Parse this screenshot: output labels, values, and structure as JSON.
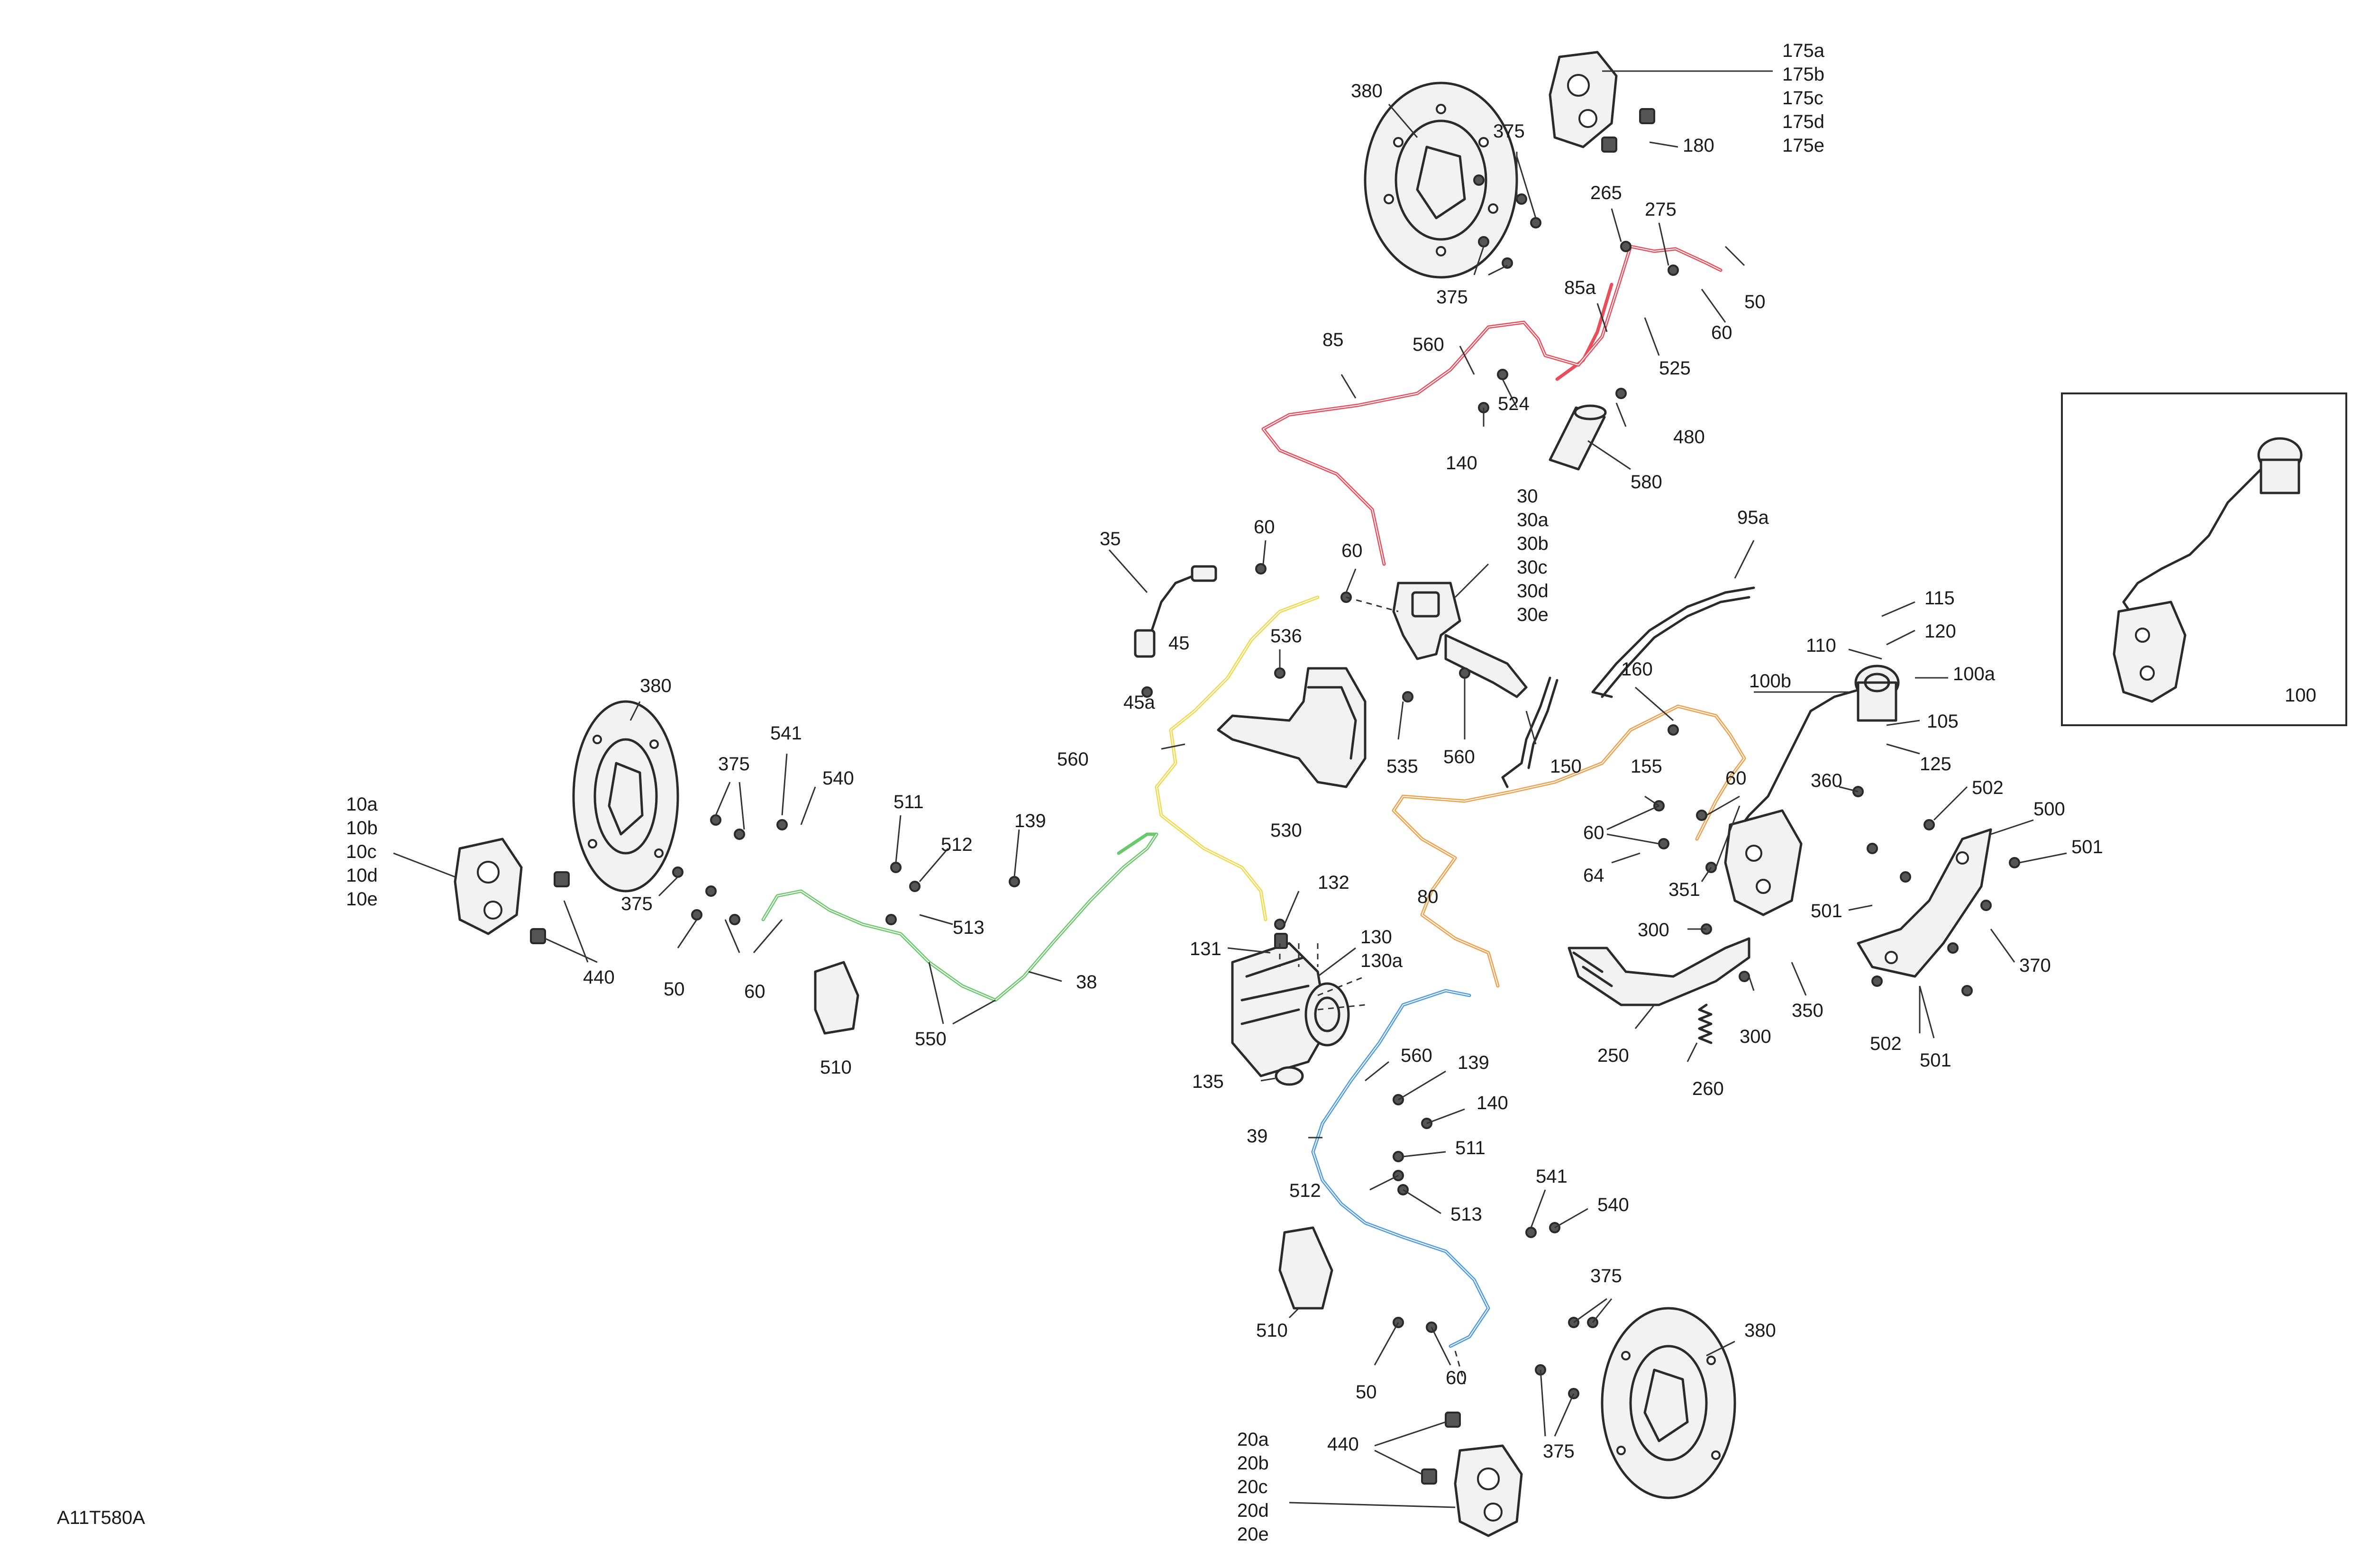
{
  "figure": {
    "reference": "A11T580A",
    "inset_label": "100"
  },
  "colors": {
    "hose_front": "#e84f5d",
    "hose_master": "#f2d94c",
    "hose_left": "#6cc86c",
    "hose_rear": "#f0a04c",
    "hose_right": "#4f9be0",
    "line": "#2a2a2a"
  },
  "callouts": {
    "c10": [
      "10a",
      "10b",
      "10c",
      "10d",
      "10e"
    ],
    "c20": [
      "20a",
      "20b",
      "20c",
      "20d",
      "20e"
    ],
    "c30": [
      "30",
      "30a",
      "30b",
      "30c",
      "30d",
      "30e"
    ],
    "c175": [
      "175a",
      "175b",
      "175c",
      "175d",
      "175e"
    ],
    "c130": [
      "130",
      "130a"
    ]
  },
  "labels": {
    "l380_top": "380",
    "l375_top1": "375",
    "l375_top2": "375",
    "l180": "180",
    "l265": "265",
    "l275": "275",
    "l50_top": "50",
    "l60_top": "60",
    "l85a": "85a",
    "l85": "85",
    "l560_top": "560",
    "l524": "524",
    "l525": "525",
    "l480": "480",
    "l140_top": "140",
    "l580": "580",
    "l35": "35",
    "l60_a": "60",
    "l60_b": "60",
    "l45": "45",
    "l536": "536",
    "l45a": "45a",
    "l560_mid": "560",
    "l530": "530",
    "l535": "535",
    "l560_lever": "560",
    "l150": "150",
    "l95a": "95a",
    "l160": "160",
    "l155": "155",
    "l60_rear": "60",
    "l60_rear2": "60",
    "l64": "64",
    "l351": "351",
    "l80": "80",
    "l100b": "100b",
    "l100a": "100a",
    "l115": "115",
    "l120": "120",
    "l110": "110",
    "l105": "105",
    "l125": "125",
    "l360": "360",
    "l502_top": "502",
    "l500": "500",
    "l501_a": "501",
    "l501_b": "501",
    "l501_c": "501",
    "l502_bot": "502",
    "l370": "370",
    "l300_a": "300",
    "l300_b": "300",
    "l350": "350",
    "l250": "250",
    "l260": "260",
    "l380_left": "380",
    "l375_left": "375",
    "l541_left": "541",
    "l540_left": "540",
    "l511_left": "511",
    "l512_left": "512",
    "l139_left": "139",
    "l513_left": "513",
    "l375_left2": "375",
    "l50_left": "50",
    "l60_left": "60",
    "l440_left": "440",
    "l510_left": "510",
    "l550": "550",
    "l38": "38",
    "l132": "132",
    "l131": "131",
    "l135": "135",
    "l560_blue": "560",
    "l139_blue": "139",
    "l140_blue": "140",
    "l39": "39",
    "l511_blue": "511",
    "l512_blue": "512",
    "l513_blue": "513",
    "l541_right": "541",
    "l540_right": "540",
    "l510_bot": "510",
    "l375_bot1": "375",
    "l380_right": "380",
    "l50_bot": "50",
    "l60_bot": "60",
    "l440_bot": "440",
    "l375_bot2": "375"
  }
}
